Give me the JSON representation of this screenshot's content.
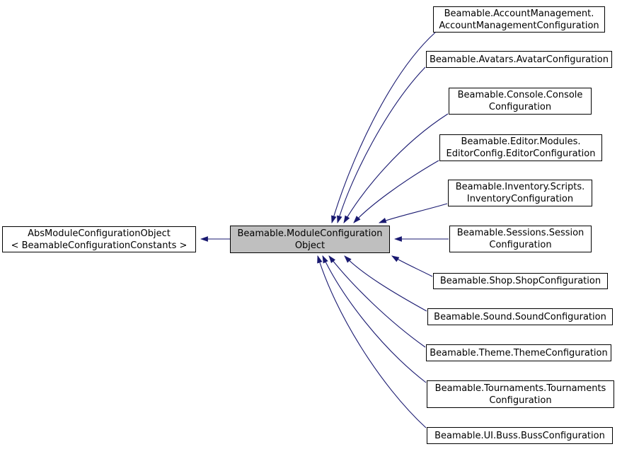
{
  "diagram": {
    "type": "class-inheritance-graph",
    "base_node": {
      "label": "AbsModuleConfigurationObject\n< BeamableConfigurationConstants >"
    },
    "current_node": {
      "label": "Beamable.ModuleConfiguration\nObject"
    },
    "derived_nodes": [
      {
        "label": "Beamable.AccountManagement.\nAccountManagementConfiguration"
      },
      {
        "label": "Beamable.Avatars.AvatarConfiguration"
      },
      {
        "label": "Beamable.Console.Console\nConfiguration"
      },
      {
        "label": "Beamable.Editor.Modules.\nEditorConfig.EditorConfiguration"
      },
      {
        "label": "Beamable.Inventory.Scripts.\nInventoryConfiguration"
      },
      {
        "label": "Beamable.Sessions.Session\nConfiguration"
      },
      {
        "label": "Beamable.Shop.ShopConfiguration"
      },
      {
        "label": "Beamable.Sound.SoundConfiguration"
      },
      {
        "label": "Beamable.Theme.ThemeConfiguration"
      },
      {
        "label": "Beamable.Tournaments.Tournaments\nConfiguration"
      },
      {
        "label": "Beamable.UI.Buss.BussConfiguration"
      }
    ],
    "edges": {
      "relation": "inherits",
      "arrow_direction": "derived-to-base"
    },
    "colors": {
      "arrow": "#191970",
      "current_node_fill": "#bfbfbf",
      "node_fill": "#ffffff",
      "node_border": "#000000",
      "background": "#ffffff"
    }
  }
}
